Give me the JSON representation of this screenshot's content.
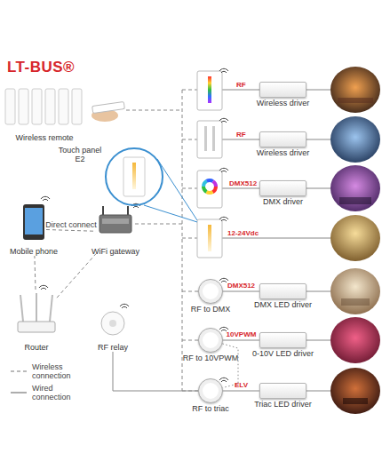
{
  "diagram": {
    "nodes": [
      {
        "text": [
          "Wireless remote"
        ]
      },
      {
        "text": [
          "Touch panel E2"
        ]
      },
      {
        "text": [
          "Mobile phone"
        ]
      },
      {
        "text": [
          "WiFi gateway"
        ]
      },
      {
        "text": [
          "Router"
        ]
      },
      {
        "text": [
          "RF relay"
        ]
      },
      {
        "text": [
          "Wireless driver"
        ]
      },
      {
        "text": [
          "Wireless driver"
        ]
      },
      {
        "text": [
          "DMX driver"
        ]
      },
      {
        "text": [
          "RF to DMX"
        ]
      },
      {
        "text": [
          "DMX LED driver"
        ]
      },
      {
        "text": [
          "RF to 10VPWM"
        ]
      },
      {
        "text": [
          "0-10V LED driver"
        ]
      },
      {
        "text": [
          "RF to triac"
        ]
      },
      {
        "text": [
          "Triac LED driver"
        ]
      }
    ],
    "edges": [
      {
        "from": 2,
        "to": 3,
        "label": "Direct connect",
        "arrow": "none"
      },
      {
        "from": 4,
        "to": 2,
        "arrow": "none"
      },
      {
        "from": 4,
        "to": 3,
        "arrow": "none"
      },
      {
        "from": 9,
        "to": 10,
        "label": "DMX512",
        "arrow": "none"
      },
      {
        "from": 11,
        "to": 12,
        "label": "10VPWM",
        "arrow": "none"
      },
      {
        "from": 11,
        "to": 13,
        "arrow": "none"
      },
      {
        "from": 13,
        "to": 14,
        "label": "ELV",
        "arrow": "none"
      },
      {
        "from": 5,
        "to": 13,
        "arrow": "none"
      }
    ],
    "labels": [
      "LT-BUS®",
      "RF",
      "RF",
      "DMX512",
      "12-24Vdc"
    ],
    "legend": [
      {
        "text": "Wireless connection"
      },
      {
        "text": "Wired connection"
      }
    ]
  }
}
